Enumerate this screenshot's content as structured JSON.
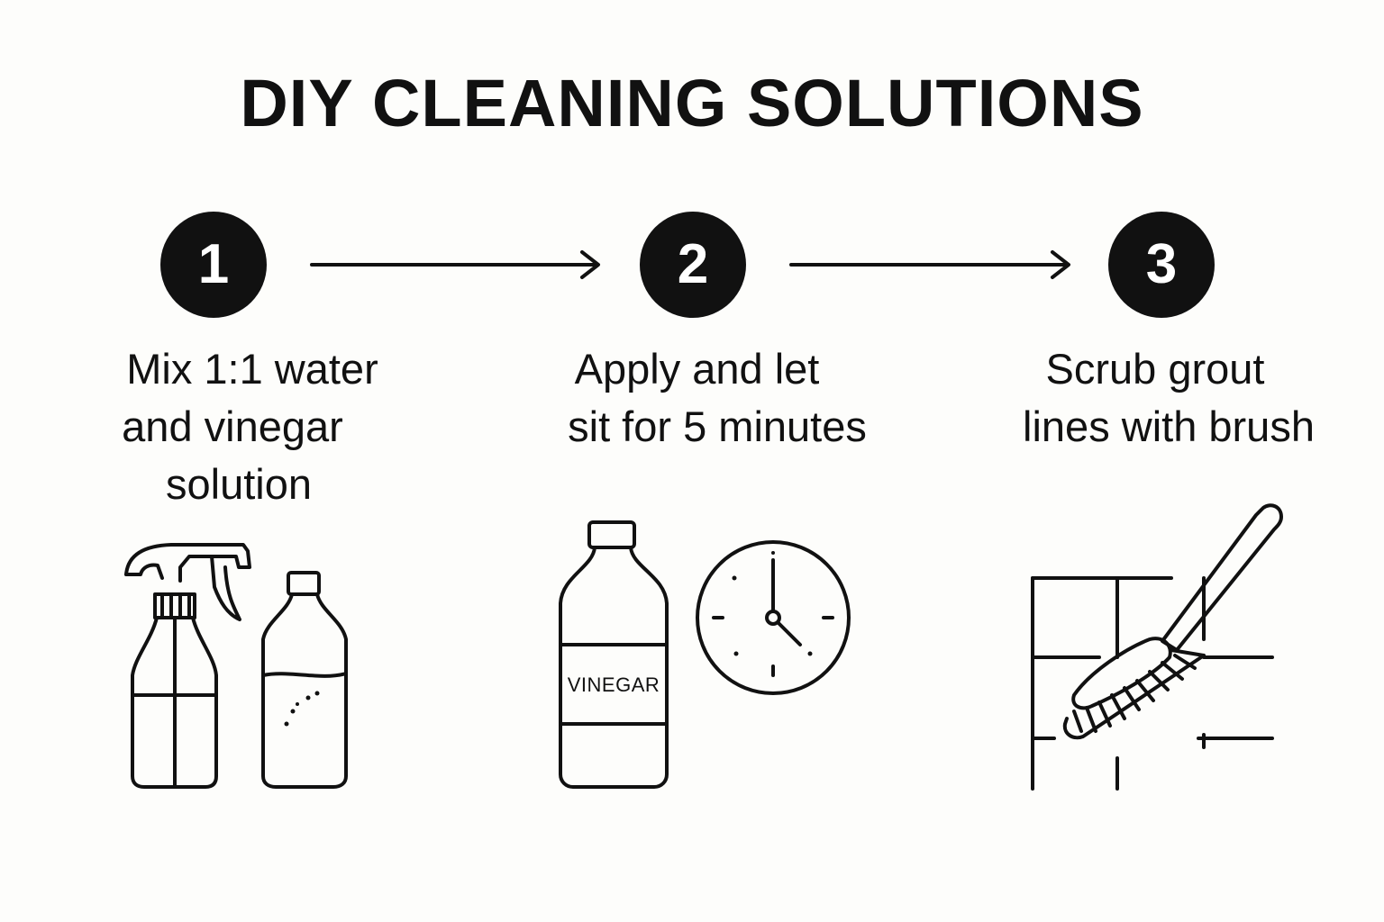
{
  "title": "DIY CLEANING SOLUTIONS",
  "steps": [
    {
      "number": "1",
      "lines": [
        "Mix 1:1 water",
        "and vinegar",
        "solution"
      ],
      "illustration": "spray-bottle-and-water-bottle"
    },
    {
      "number": "2",
      "lines": [
        "Apply and let",
        "sit for 5 minutes"
      ],
      "illustration": "vinegar-bottle-and-clock",
      "bottle_label": "VINEGAR"
    },
    {
      "number": "3",
      "lines": [
        "Scrub grout",
        "lines with brush"
      ],
      "illustration": "tile-grid-and-scrub-brush"
    }
  ],
  "colors": {
    "ink": "#111111",
    "background": "#fdfdfb",
    "circle_text": "#ffffff"
  }
}
